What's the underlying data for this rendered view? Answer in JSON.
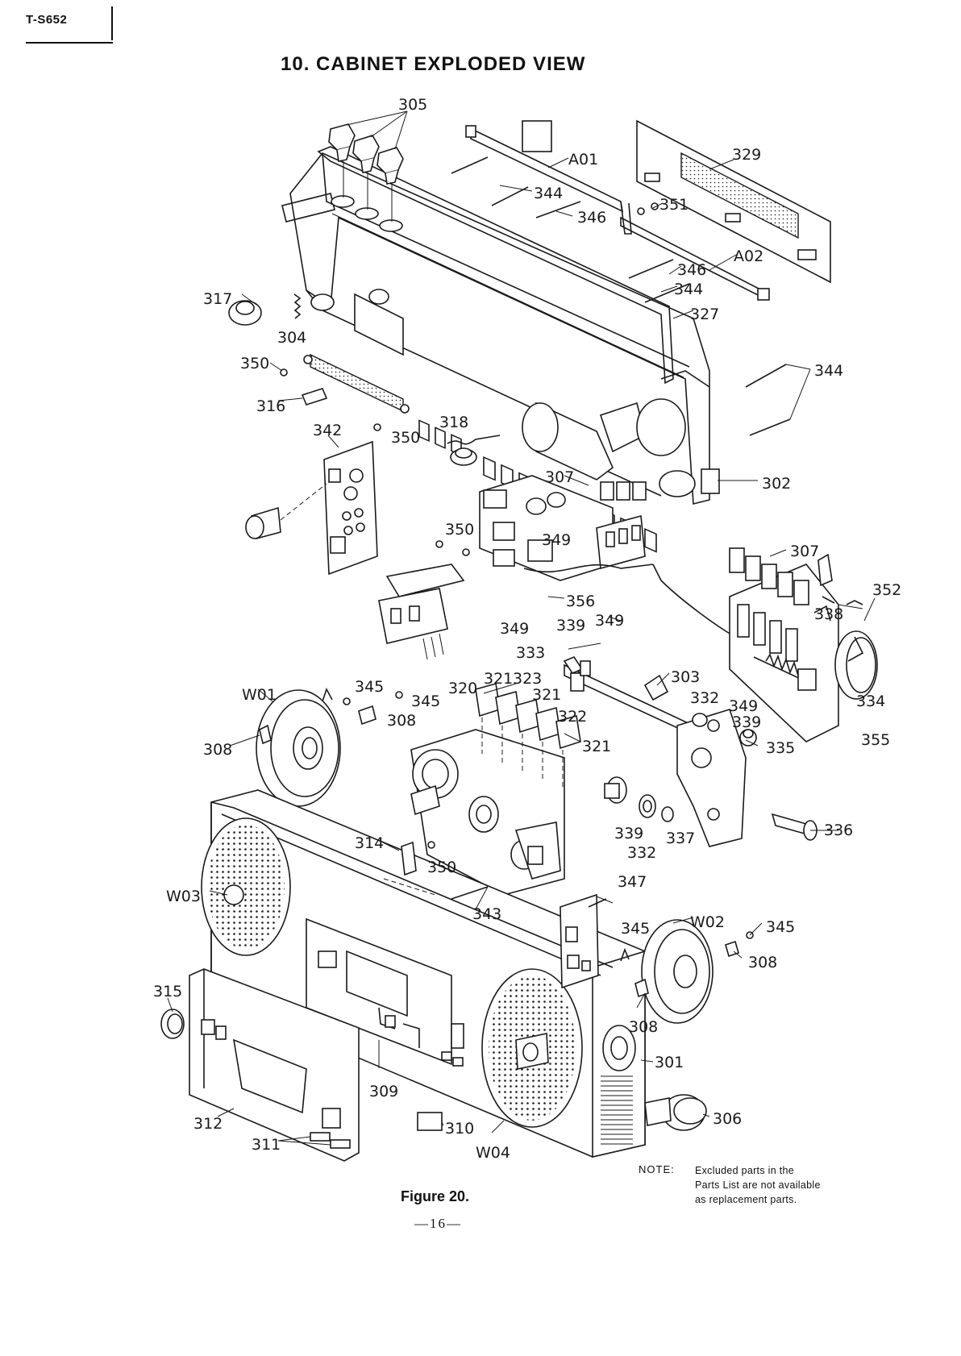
{
  "header": {
    "model": "T-S652",
    "title": "10. CABINET EXPLODED VIEW"
  },
  "part_labels": [
    {
      "id": "p305",
      "text": "305"
    },
    {
      "id": "pA01",
      "text": "A01"
    },
    {
      "id": "p329",
      "text": "329"
    },
    {
      "id": "p344a",
      "text": "344"
    },
    {
      "id": "p351",
      "text": "351"
    },
    {
      "id": "p346a",
      "text": "346"
    },
    {
      "id": "pA02",
      "text": "A02"
    },
    {
      "id": "p346b",
      "text": "346"
    },
    {
      "id": "p344b",
      "text": "344"
    },
    {
      "id": "p327",
      "text": "327"
    },
    {
      "id": "p317",
      "text": "317"
    },
    {
      "id": "p304",
      "text": "304"
    },
    {
      "id": "p350a",
      "text": "350"
    },
    {
      "id": "p344c",
      "text": "344"
    },
    {
      "id": "p316",
      "text": "316"
    },
    {
      "id": "p342",
      "text": "342"
    },
    {
      "id": "p350b",
      "text": "350"
    },
    {
      "id": "p318",
      "text": "318"
    },
    {
      "id": "p302",
      "text": "302"
    },
    {
      "id": "p307a",
      "text": "307"
    },
    {
      "id": "p349a",
      "text": "349"
    },
    {
      "id": "p350c",
      "text": "350"
    },
    {
      "id": "p307b",
      "text": "307"
    },
    {
      "id": "p352",
      "text": "352"
    },
    {
      "id": "p338",
      "text": "338"
    },
    {
      "id": "p356",
      "text": "356"
    },
    {
      "id": "p349b",
      "text": "349"
    },
    {
      "id": "p339a",
      "text": "339"
    },
    {
      "id": "p349c",
      "text": "349"
    },
    {
      "id": "p333",
      "text": "333"
    },
    {
      "id": "p303",
      "text": "303"
    },
    {
      "id": "pW01",
      "text": "W01"
    },
    {
      "id": "p345a",
      "text": "345"
    },
    {
      "id": "p320",
      "text": "320"
    },
    {
      "id": "p321a",
      "text": "321"
    },
    {
      "id": "p323",
      "text": "323"
    },
    {
      "id": "p321b",
      "text": "321"
    },
    {
      "id": "p345b",
      "text": "345"
    },
    {
      "id": "p308a",
      "text": "308"
    },
    {
      "id": "p322",
      "text": "322"
    },
    {
      "id": "p332a",
      "text": "332"
    },
    {
      "id": "p349d",
      "text": "349"
    },
    {
      "id": "p334",
      "text": "334"
    },
    {
      "id": "p339b",
      "text": "339"
    },
    {
      "id": "p321c",
      "text": "321"
    },
    {
      "id": "p308b",
      "text": "308"
    },
    {
      "id": "p335",
      "text": "335"
    },
    {
      "id": "p355",
      "text": "355"
    },
    {
      "id": "p339c",
      "text": "339"
    },
    {
      "id": "p337",
      "text": "337"
    },
    {
      "id": "p336",
      "text": "336"
    },
    {
      "id": "p332b",
      "text": "332"
    },
    {
      "id": "p314",
      "text": "314"
    },
    {
      "id": "p350d",
      "text": "350"
    },
    {
      "id": "p347",
      "text": "347"
    },
    {
      "id": "pW03",
      "text": "W03"
    },
    {
      "id": "p343",
      "text": "343"
    },
    {
      "id": "p345c",
      "text": "345"
    },
    {
      "id": "pW02",
      "text": "W02"
    },
    {
      "id": "p345d",
      "text": "345"
    },
    {
      "id": "p308c",
      "text": "308"
    },
    {
      "id": "p315",
      "text": "315"
    },
    {
      "id": "p308d",
      "text": "308"
    },
    {
      "id": "p301",
      "text": "301"
    },
    {
      "id": "p309",
      "text": "309"
    },
    {
      "id": "p312",
      "text": "312"
    },
    {
      "id": "p306",
      "text": "306"
    },
    {
      "id": "p310",
      "text": "310"
    },
    {
      "id": "p311",
      "text": "311"
    },
    {
      "id": "pW04",
      "text": "W04"
    }
  ],
  "note": {
    "label": "NOTE:",
    "lines": [
      "Excluded parts in the",
      "Parts List are not available",
      "as replacement parts."
    ]
  },
  "footer": {
    "caption": "Figure 20.",
    "page": "—16—"
  }
}
